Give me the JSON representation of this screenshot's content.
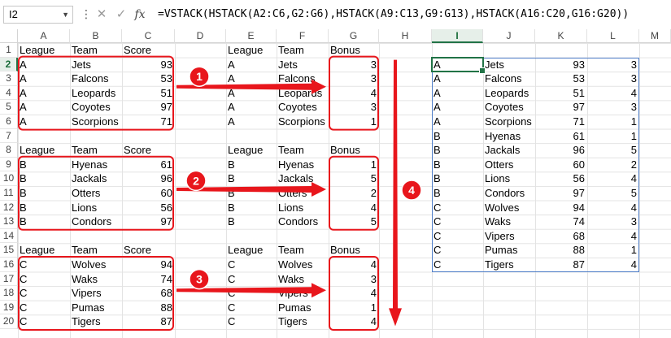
{
  "formula_bar": {
    "name_box": "I2",
    "kebab": "⋮",
    "cancel_glyph": "✕",
    "enter_glyph": "✓",
    "fx_glyph": "fx",
    "formula": "=VSTACK(HSTACK(A2:C6,G2:G6),HSTACK(A9:C13,G9:G13),HSTACK(A16:C20,G16:G20))"
  },
  "columns": [
    "A",
    "B",
    "C",
    "D",
    "E",
    "F",
    "G",
    "H",
    "I",
    "J",
    "K",
    "L",
    "M"
  ],
  "rows": [
    "1",
    "2",
    "3",
    "4",
    "5",
    "6",
    "7",
    "8",
    "9",
    "10",
    "11",
    "12",
    "13",
    "14",
    "15",
    "16",
    "17",
    "18",
    "19",
    "20"
  ],
  "active_cell": {
    "col": "I",
    "row": "2"
  },
  "headers": {
    "league": "League",
    "team": "Team",
    "score": "Score",
    "bonus": "Bonus"
  },
  "source_left": [
    {
      "league": "A",
      "team": "Jets",
      "score": "93"
    },
    {
      "league": "A",
      "team": "Falcons",
      "score": "53"
    },
    {
      "league": "A",
      "team": "Leopards",
      "score": "51"
    },
    {
      "league": "A",
      "team": "Coyotes",
      "score": "97"
    },
    {
      "league": "A",
      "team": "Scorpions",
      "score": "71"
    },
    {
      "league": "B",
      "team": "Hyenas",
      "score": "61"
    },
    {
      "league": "B",
      "team": "Jackals",
      "score": "96"
    },
    {
      "league": "B",
      "team": "Otters",
      "score": "60"
    },
    {
      "league": "B",
      "team": "Lions",
      "score": "56"
    },
    {
      "league": "B",
      "team": "Condors",
      "score": "97"
    },
    {
      "league": "C",
      "team": "Wolves",
      "score": "94"
    },
    {
      "league": "C",
      "team": "Waks",
      "score": "74"
    },
    {
      "league": "C",
      "team": "Vipers",
      "score": "68"
    },
    {
      "league": "C",
      "team": "Pumas",
      "score": "88"
    },
    {
      "league": "C",
      "team": "Tigers",
      "score": "87"
    }
  ],
  "source_right": [
    {
      "league": "A",
      "team": "Jets",
      "bonus": "3"
    },
    {
      "league": "A",
      "team": "Falcons",
      "bonus": "3"
    },
    {
      "league": "A",
      "team": "Leopards",
      "bonus": "4"
    },
    {
      "league": "A",
      "team": "Coyotes",
      "bonus": "3"
    },
    {
      "league": "A",
      "team": "Scorpions",
      "bonus": "1"
    },
    {
      "league": "B",
      "team": "Hyenas",
      "bonus": "1"
    },
    {
      "league": "B",
      "team": "Jackals",
      "bonus": "5"
    },
    {
      "league": "B",
      "team": "Otters",
      "bonus": "2"
    },
    {
      "league": "B",
      "team": "Lions",
      "bonus": "4"
    },
    {
      "league": "B",
      "team": "Condors",
      "bonus": "5"
    },
    {
      "league": "C",
      "team": "Wolves",
      "bonus": "4"
    },
    {
      "league": "C",
      "team": "Waks",
      "bonus": "3"
    },
    {
      "league": "C",
      "team": "Vipers",
      "bonus": "4"
    },
    {
      "league": "C",
      "team": "Pumas",
      "bonus": "1"
    },
    {
      "league": "C",
      "team": "Tigers",
      "bonus": "4"
    }
  ],
  "result": [
    {
      "league": "A",
      "team": "Jets",
      "score": "93",
      "bonus": "3"
    },
    {
      "league": "A",
      "team": "Falcons",
      "score": "53",
      "bonus": "3"
    },
    {
      "league": "A",
      "team": "Leopards",
      "score": "51",
      "bonus": "4"
    },
    {
      "league": "A",
      "team": "Coyotes",
      "score": "97",
      "bonus": "3"
    },
    {
      "league": "A",
      "team": "Scorpions",
      "score": "71",
      "bonus": "1"
    },
    {
      "league": "B",
      "team": "Hyenas",
      "score": "61",
      "bonus": "1"
    },
    {
      "league": "B",
      "team": "Jackals",
      "score": "96",
      "bonus": "5"
    },
    {
      "league": "B",
      "team": "Otters",
      "score": "60",
      "bonus": "2"
    },
    {
      "league": "B",
      "team": "Lions",
      "score": "56",
      "bonus": "4"
    },
    {
      "league": "B",
      "team": "Condors",
      "score": "97",
      "bonus": "5"
    },
    {
      "league": "C",
      "team": "Wolves",
      "score": "94",
      "bonus": "4"
    },
    {
      "league": "C",
      "team": "Waks",
      "score": "74",
      "bonus": "3"
    },
    {
      "league": "C",
      "team": "Vipers",
      "score": "68",
      "bonus": "4"
    },
    {
      "league": "C",
      "team": "Pumas",
      "score": "88",
      "bonus": "1"
    },
    {
      "league": "C",
      "team": "Tigers",
      "score": "87",
      "bonus": "4"
    }
  ],
  "annotations": {
    "badges": [
      "1",
      "2",
      "3",
      "4"
    ],
    "accent_color": "#e8161c",
    "selection_color": "#217346",
    "spill_border_color": "#4f7ec8"
  }
}
